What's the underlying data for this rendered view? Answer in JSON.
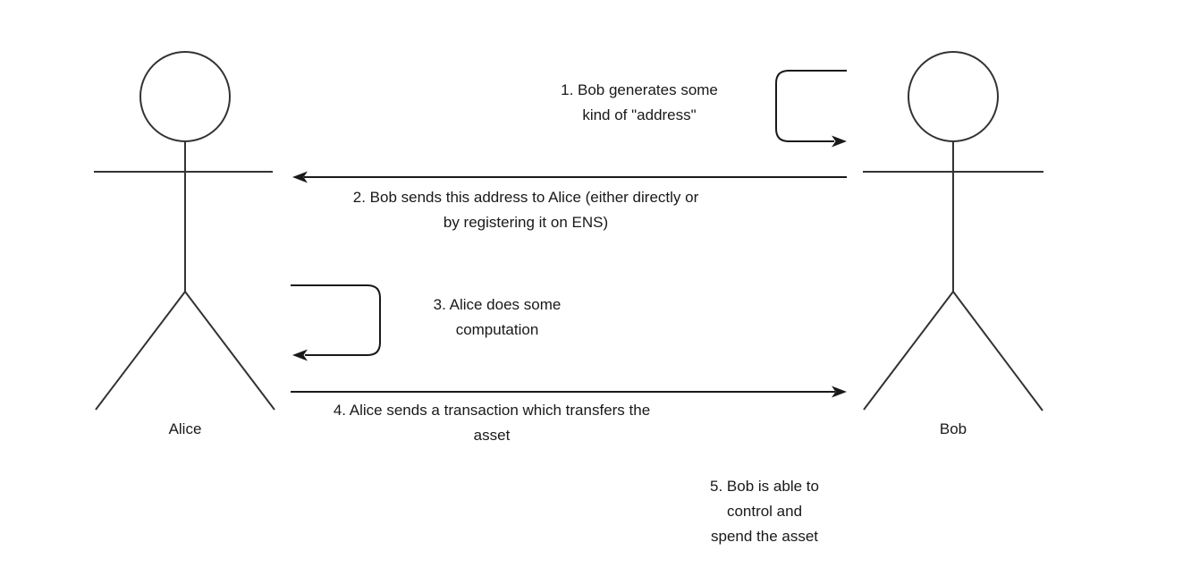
{
  "diagram": {
    "background": "#ffffff",
    "figure_stroke": "#333333",
    "arrow_color": "#191919",
    "actors": [
      {
        "id": "alice",
        "label": "Alice"
      },
      {
        "id": "bob",
        "label": "Bob"
      }
    ],
    "steps": [
      {
        "number": 1,
        "type": "self-loop",
        "actor": "bob",
        "label": "1. Bob generates some\nkind of \"address\""
      },
      {
        "number": 2,
        "type": "message",
        "from": "bob",
        "to": "alice",
        "label": "2. Bob sends this address to Alice (either directly or\nby registering it on ENS)"
      },
      {
        "number": 3,
        "type": "self-loop",
        "actor": "alice",
        "label": "3. Alice does some\ncomputation"
      },
      {
        "number": 4,
        "type": "message",
        "from": "alice",
        "to": "bob",
        "label": "4. Alice sends a transaction which transfers the\nasset"
      },
      {
        "number": 5,
        "type": "note",
        "actor": "bob",
        "label": "5. Bob is able to\ncontrol and\nspend the asset"
      }
    ]
  }
}
